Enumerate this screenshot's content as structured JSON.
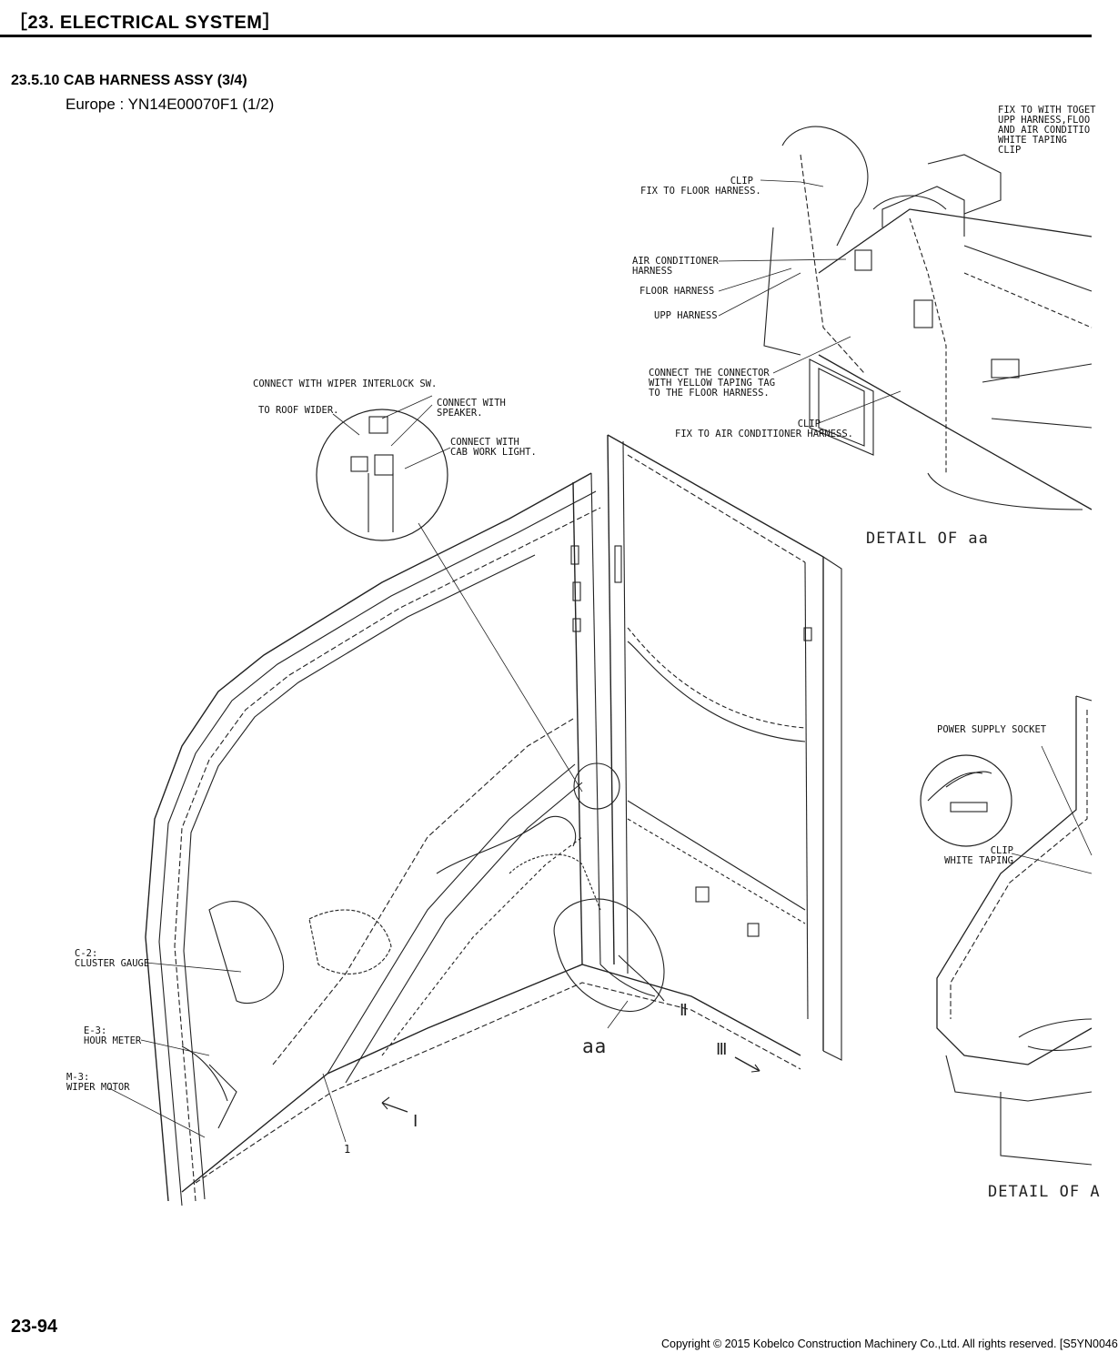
{
  "header": {
    "chapter": "［23.   ELECTRICAL SYSTEM］"
  },
  "section": {
    "title": "23.5.10 CAB HARNESS ASSY (3/4)",
    "subtitle": "Europe : YN14E00070F1 (1/2)"
  },
  "callouts": {
    "fix_together": [
      "FIX TO WITH TOGET",
      "UPP HARNESS,FLOO",
      "AND AIR CONDITIO",
      "WHITE TAPING",
      "CLIP"
    ],
    "clip_floor": [
      "CLIP",
      "FIX TO FLOOR HARNESS."
    ],
    "air_conditioner_harness": [
      "AIR CONDITIONER",
      "HARNESS"
    ],
    "floor_harness": "FLOOR HARNESS",
    "upp_harness": "UPP HARNESS",
    "connect_connector": [
      "CONNECT THE CONNECTOR",
      "WITH YELLOW TAPING TAG",
      "TO THE FLOOR HARNESS."
    ],
    "clip_air": [
      "CLIP",
      "FIX TO AIR CONDITIONER HARNESS."
    ],
    "wiper_interlock": "CONNECT WITH WIPER INTERLOCK SW.",
    "roof_wider": "TO ROOF WIDER.",
    "speaker": [
      "CONNECT WITH",
      "SPEAKER."
    ],
    "work_light": [
      "CONNECT WITH",
      "CAB WORK LIGHT."
    ],
    "detail_aa": "DETAIL OF aa",
    "power_socket": "POWER SUPPLY SOCKET",
    "clip_white": [
      "CLIP",
      "WHITE TAPING"
    ],
    "cluster_gauge": [
      "C-2:",
      "CLUSTER GAUGE"
    ],
    "hour_meter": [
      "E-3:",
      "HOUR METER"
    ],
    "wiper_motor": [
      "M-3:",
      "WIPER MOTOR"
    ],
    "mark_aa": "aa",
    "mark_i": "Ⅰ",
    "mark_ii": "Ⅱ",
    "mark_iii": "Ⅲ",
    "part_1": "1",
    "detail_a": "DETAIL OF A"
  },
  "footer": {
    "page_number": "23-94",
    "copyright": "Copyright © 2015 Kobelco Construction Machinery Co.,Ltd. All rights reserved. [S5YN0046"
  }
}
